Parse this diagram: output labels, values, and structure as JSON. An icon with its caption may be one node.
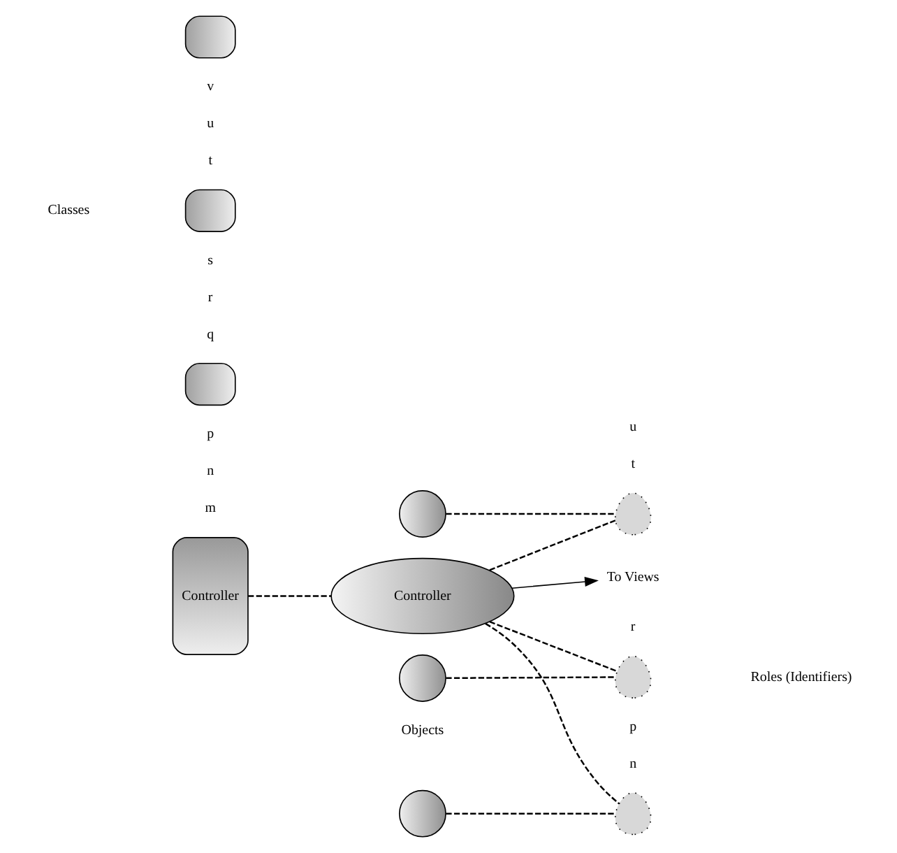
{
  "diagram": {
    "nodes": [
      {
        "text": [
          "Controller"
        ]
      },
      {
        "text": [
          "Controller"
        ]
      },
      {
        "text": [
          "To Views"
        ]
      },
      {
        "text": [],
        "shape": "box"
      },
      {
        "text": [],
        "shape": "box"
      },
      {
        "text": [],
        "shape": "box"
      },
      {
        "text": [],
        "shape": "crescent"
      },
      {
        "text": [],
        "shape": "crescent"
      },
      {
        "text": [],
        "shape": "crescent"
      },
      {
        "text": [],
        "shape": "circle"
      },
      {
        "text": [],
        "shape": "circle"
      },
      {
        "text": [],
        "shape": "circle"
      }
    ],
    "edges": [
      {
        "from": 0,
        "to": 1,
        "arrow": "none",
        "style": "dashed"
      },
      {
        "from": 1,
        "to": 2,
        "arrow": "to"
      },
      {
        "from": 1,
        "to": 6,
        "arrow": "none",
        "style": "dashed"
      },
      {
        "from": 1,
        "to": 7,
        "arrow": "none",
        "style": "dashed"
      },
      {
        "from": 1,
        "to": 8,
        "arrow": "none",
        "style": "dashed"
      },
      {
        "from": 9,
        "to": 6,
        "arrow": "none",
        "style": "dashed"
      },
      {
        "from": 10,
        "to": 7,
        "arrow": "none",
        "style": "dashed"
      },
      {
        "from": 11,
        "to": 8,
        "arrow": "none",
        "style": "dashed"
      }
    ],
    "labels": [
      "m",
      "n",
      "p",
      "q",
      "r",
      "s",
      "t",
      "u",
      "v",
      "t",
      "u",
      "r",
      "n",
      "p",
      "Classes",
      "Roles (Identifiers)",
      "Objects"
    ]
  }
}
